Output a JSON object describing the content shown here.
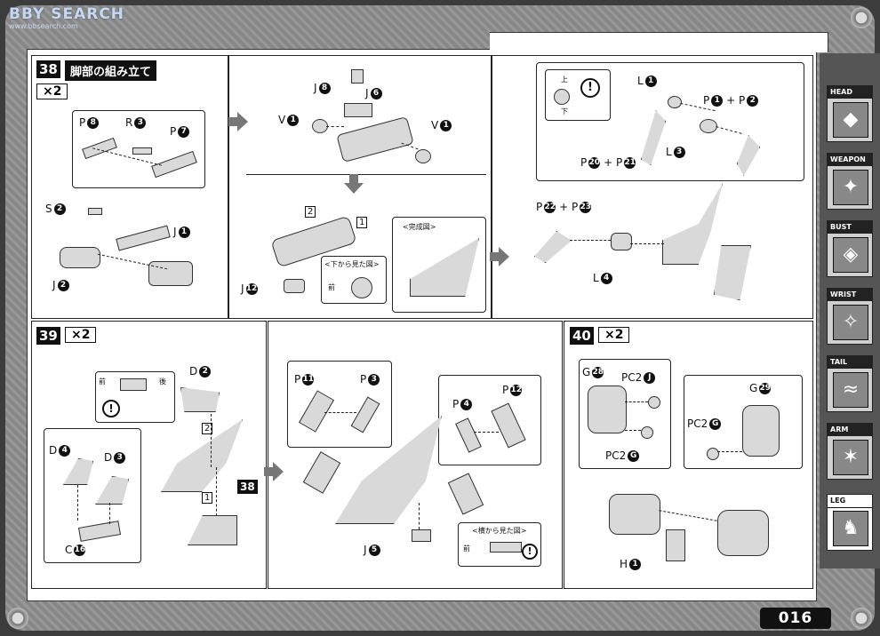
{
  "watermark": {
    "brand": "BBY SEARCH",
    "sub": "www.bbsearch.com"
  },
  "page_number": "016",
  "tabs": [
    {
      "label": "HEAD",
      "icon": "dragon-head-icon"
    },
    {
      "label": "WEAPON",
      "icon": "weapon-icon"
    },
    {
      "label": "BUST",
      "icon": "bust-icon"
    },
    {
      "label": "WRIST",
      "icon": "wrist-icon"
    },
    {
      "label": "TAIL",
      "icon": "tail-icon"
    },
    {
      "label": "ARM",
      "icon": "arm-icon"
    },
    {
      "label": "LEG",
      "icon": "leg-icon"
    }
  ],
  "step38": {
    "number": "38",
    "title": "脚部の組み立て",
    "qty": "×2",
    "p8": "P",
    "p8n": "8",
    "r3": "R",
    "r3n": "3",
    "p7": "P",
    "p7n": "7",
    "s2": "S",
    "s2n": "2",
    "j1": "J",
    "j1n": "1",
    "j2": "J",
    "j2n": "2",
    "j8": "J",
    "j8n": "8",
    "j6": "J",
    "j6n": "6",
    "v1a": "V",
    "v1an": "1",
    "v1b": "V",
    "v1bn": "1",
    "step1": "1",
    "step2": "2",
    "finished": "<完成図>",
    "bottom_view": "<下から見た図>",
    "front": "前",
    "j12": "J",
    "j12n": "12",
    "up": "上",
    "down": "下",
    "l1": "L",
    "l1n": "1",
    "p1p2": "P",
    "p1n": "1",
    "plus": "+",
    "p2": "P",
    "p2n": "2",
    "l3": "L",
    "l3n": "3",
    "p20": "P",
    "p20n": "20",
    "p21": "P",
    "p21n": "21",
    "p22": "P",
    "p22n": "22",
    "p23": "P",
    "p23n": "23",
    "l4": "L",
    "l4n": "4"
  },
  "step39": {
    "number": "39",
    "qty": "×2",
    "front": "前",
    "back": "後",
    "d2": "D",
    "d2n": "2",
    "d4": "D",
    "d4n": "4",
    "d3": "D",
    "d3n": "3",
    "c16": "C",
    "c16n": "16",
    "ref38": "38",
    "s1": "1",
    "s2": "2",
    "p11": "P",
    "p11n": "11",
    "p3": "P",
    "p3n": "3",
    "p4": "P",
    "p4n": "4",
    "p12": "P",
    "p12n": "12",
    "j5": "J",
    "j5n": "5",
    "side_view": "<横から見た図>",
    "front2": "前"
  },
  "step40": {
    "number": "40",
    "qty": "×2",
    "g28": "G",
    "g28n": "28",
    "pc2j": "PC2",
    "pc2jn": "J",
    "pc2g": "PC2",
    "pc2gn": "G",
    "g29": "G",
    "g29n": "29",
    "pc2g2": "PC2",
    "pc2g2n": "G",
    "h1": "H",
    "h1n": "1"
  }
}
